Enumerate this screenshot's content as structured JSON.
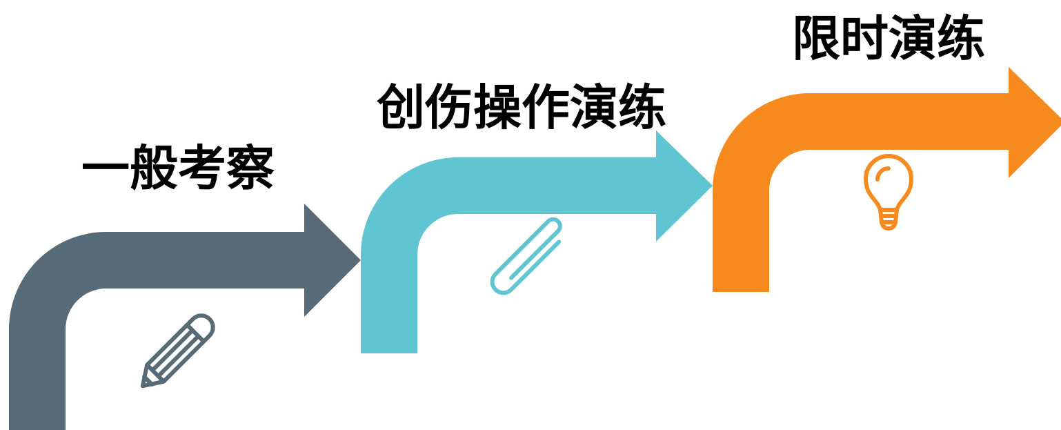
{
  "steps": [
    {
      "title": "一般考察",
      "color": "#566b77",
      "icon": "pencil-icon"
    },
    {
      "title": "创伤操作演练",
      "color": "#5fc5d2",
      "icon": "paperclip-icon"
    },
    {
      "title": "限时演练",
      "color": "#f68a1f",
      "icon": "lightbulb-icon"
    }
  ]
}
